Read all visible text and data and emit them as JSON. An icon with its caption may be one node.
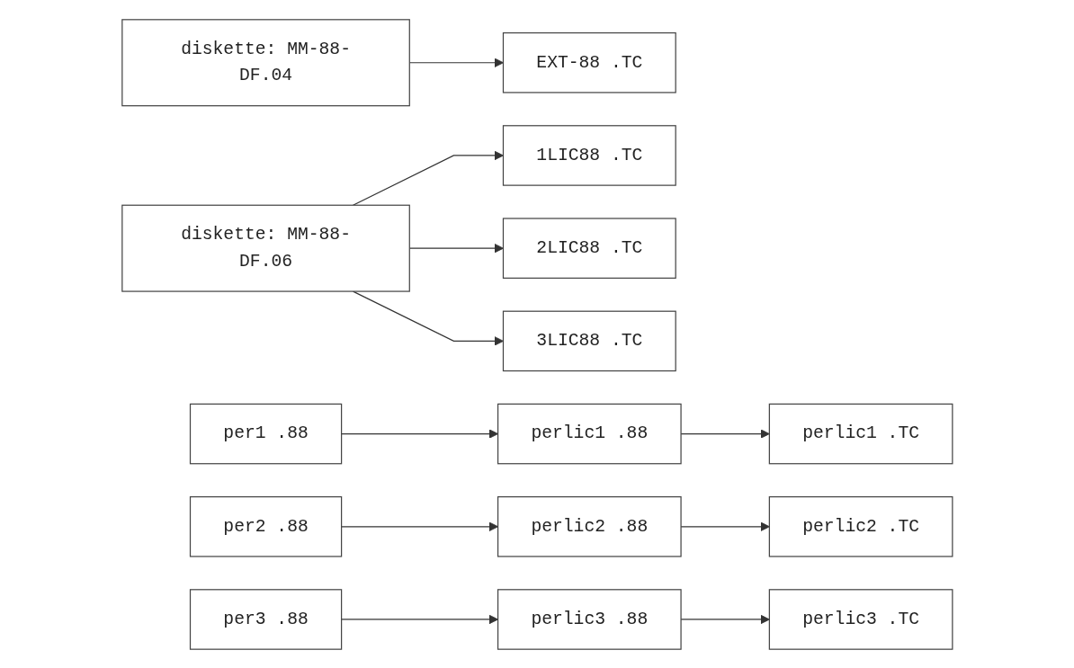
{
  "diagram": {
    "nodes": [
      {
        "text": [
          "diskette: MM-88-DF.04"
        ]
      },
      {
        "text": [
          "EXT-88 .TC"
        ]
      },
      {
        "text": [
          "diskette: MM-88-DF.06"
        ]
      },
      {
        "text": [
          "1LIC88 .TC"
        ]
      },
      {
        "text": [
          "2LIC88 .TC"
        ]
      },
      {
        "text": [
          "3LIC88 .TC"
        ]
      },
      {
        "text": [
          "per1 .88"
        ]
      },
      {
        "text": [
          "perlic1 .88"
        ]
      },
      {
        "text": [
          "perlic1 .TC"
        ]
      },
      {
        "text": [
          "per2 .88"
        ]
      },
      {
        "text": [
          "perlic2 .88"
        ]
      },
      {
        "text": [
          "perlic2 .TC"
        ]
      },
      {
        "text": [
          "per3 .88"
        ]
      },
      {
        "text": [
          "perlic3 .88"
        ]
      },
      {
        "text": [
          "perlic3 .TC"
        ]
      }
    ],
    "edges": [
      {
        "from": 0,
        "to": 1,
        "arrow": "to"
      },
      {
        "from": 2,
        "to": 3,
        "arrow": "to"
      },
      {
        "from": 2,
        "to": 4,
        "arrow": "to"
      },
      {
        "from": 2,
        "to": 5,
        "arrow": "to"
      },
      {
        "from": 6,
        "to": 7,
        "arrow": "to"
      },
      {
        "from": 7,
        "to": 8,
        "arrow": "to"
      },
      {
        "from": 9,
        "to": 10,
        "arrow": "to"
      },
      {
        "from": 10,
        "to": 11,
        "arrow": "to"
      },
      {
        "from": 12,
        "to": 13,
        "arrow": "to"
      },
      {
        "from": 13,
        "to": 14,
        "arrow": "to"
      }
    ]
  }
}
